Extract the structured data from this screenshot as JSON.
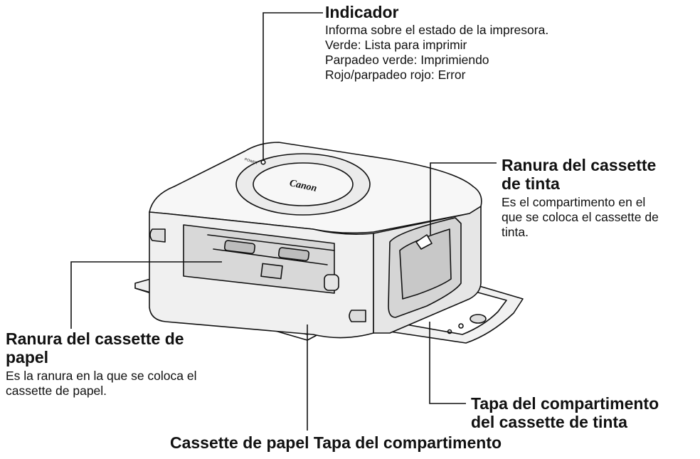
{
  "printer": {
    "brand": "Canon",
    "power_label": "POWER"
  },
  "callouts": {
    "indicator": {
      "title": "Indicador",
      "lines": [
        "Informa sobre el estado de la impresora.",
        "Verde: Lista para imprimir",
        "Parpadeo verde: Imprimiendo",
        "Rojo/parpadeo rojo: Error"
      ]
    },
    "ink_slot": {
      "title_lines": [
        "Ranura del cassette",
        "de tinta"
      ],
      "desc_lines": [
        "Es el compartimento en el",
        "que se coloca el cassette de",
        "tinta."
      ]
    },
    "paper_slot": {
      "title_lines": [
        "Ranura del cassette de",
        "papel"
      ],
      "desc_lines": [
        "Es la ranura en la que se coloca el",
        "cassette de papel."
      ]
    },
    "ink_cover": {
      "title_lines": [
        "Tapa del compartimento",
        "del cassette de tinta"
      ]
    },
    "paper_cover": {
      "title": "Cassette de papel Tapa del compartimento"
    }
  },
  "colors": {
    "line": "#111111",
    "body_fill": "#f4f4f4",
    "shade_fill": "#d9d9d9",
    "dark_fill": "#bdbdbd"
  }
}
